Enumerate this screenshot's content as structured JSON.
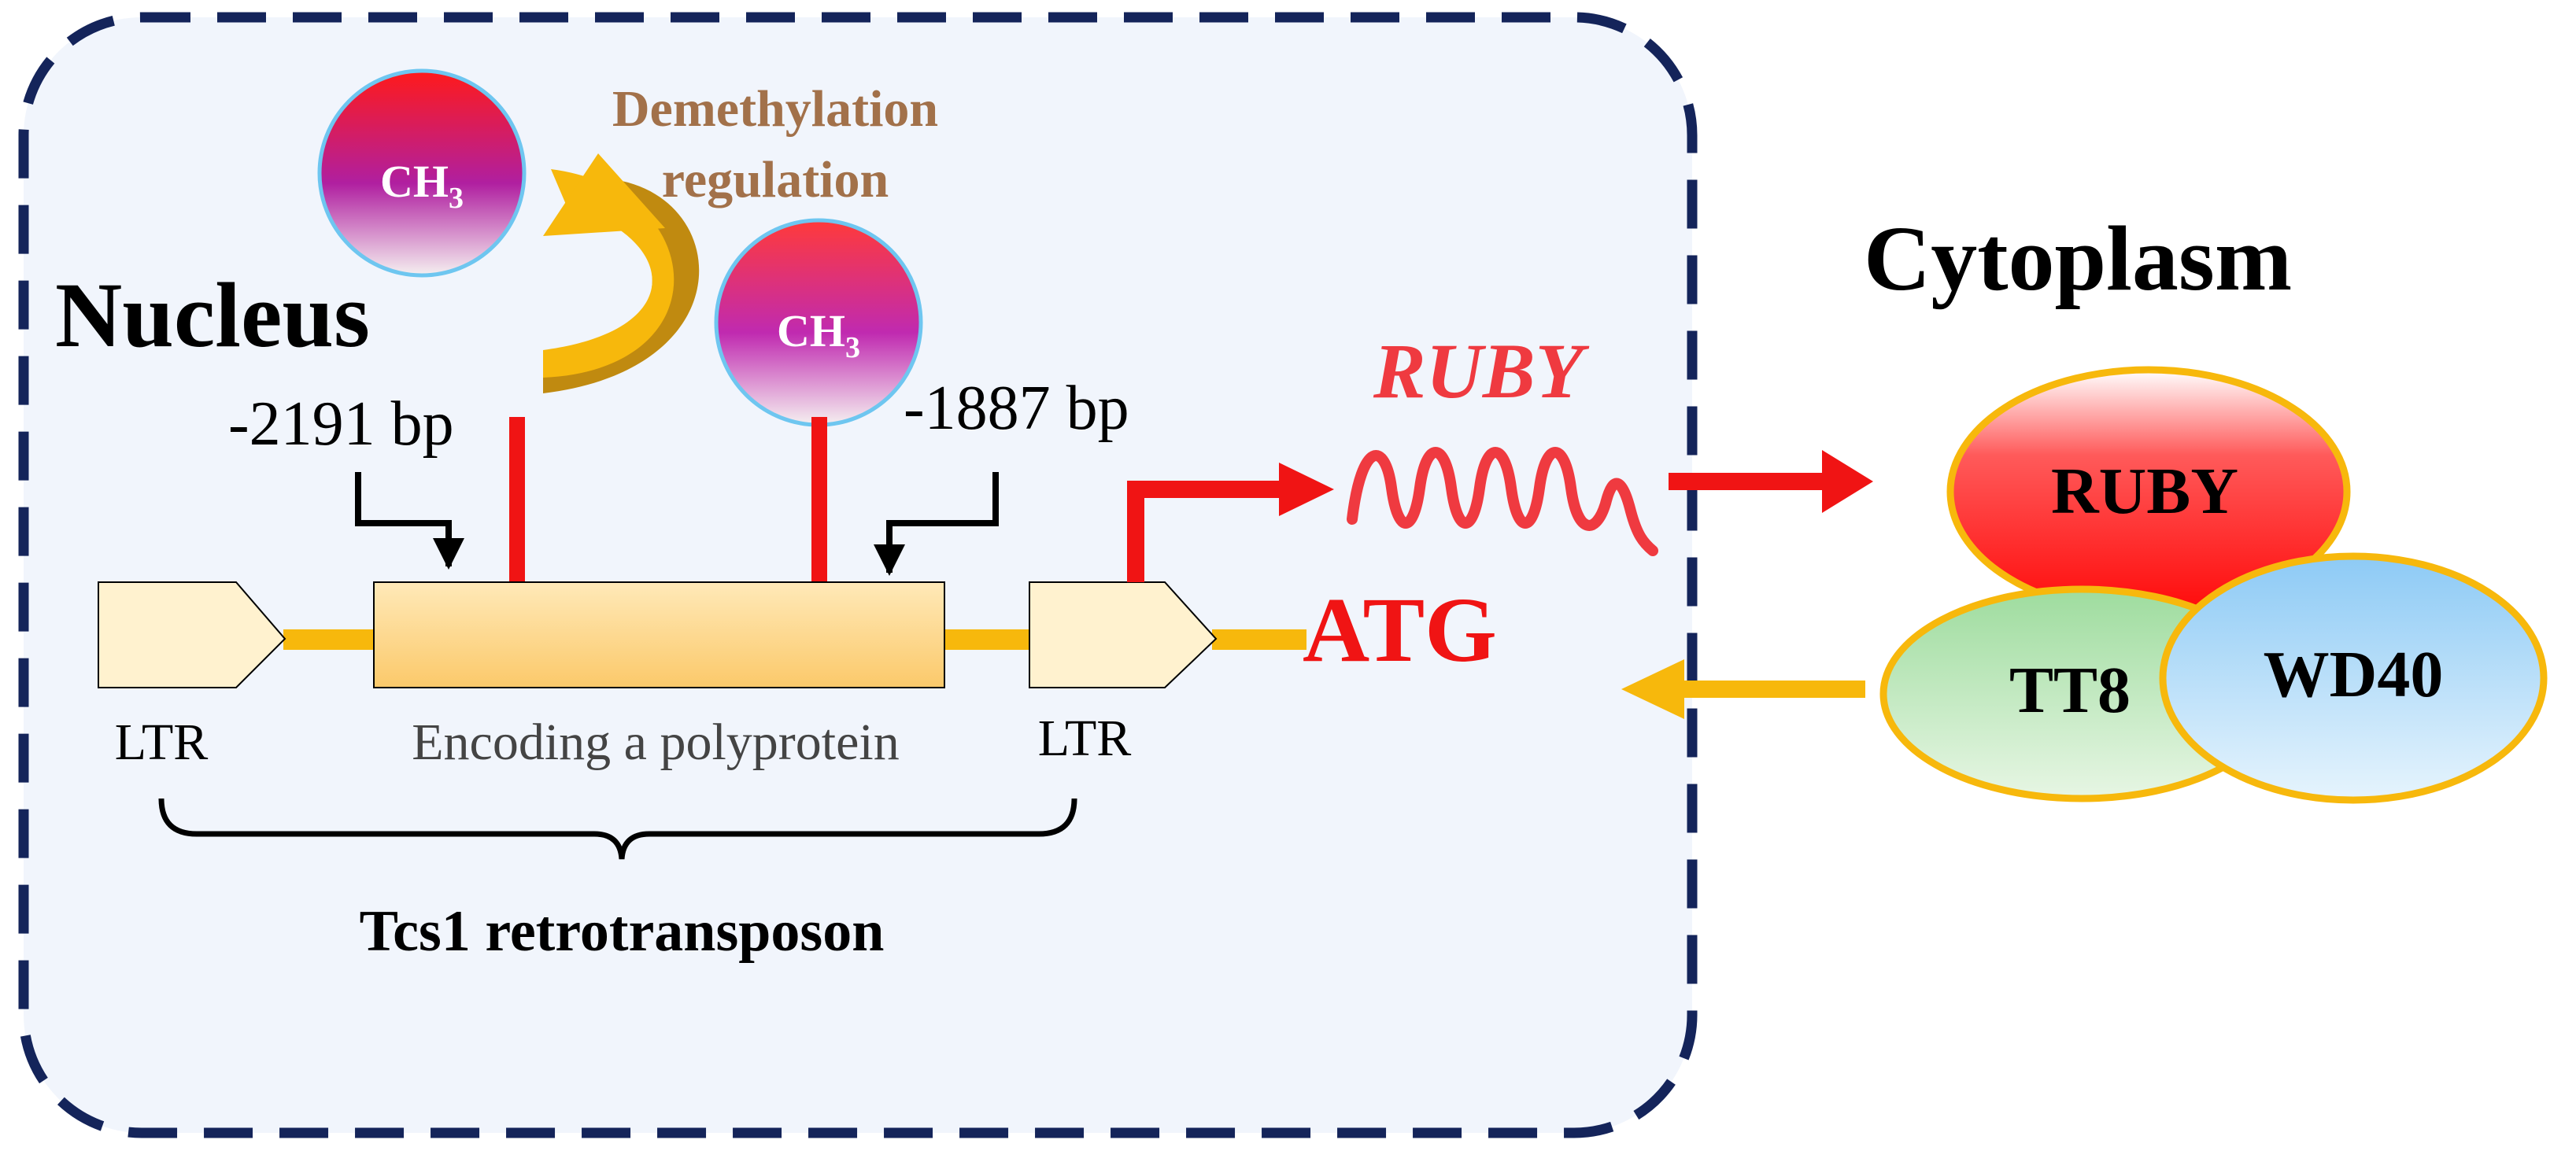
{
  "compartments": {
    "nucleus_label": "Nucleus",
    "cytoplasm_label": "Cytoplasm"
  },
  "methylation": {
    "label_line1": "Demethylation",
    "label_line2": "regulation",
    "group_main": "CH",
    "group_sub": "3"
  },
  "positions": {
    "left_site": "-2191 bp",
    "right_site": "-1887 bp"
  },
  "element": {
    "ltr_left": "LTR",
    "ltr_right": "LTR",
    "body": "Encoding a polyprotein",
    "name": "Tcs1 retrotransposon"
  },
  "gene": {
    "name": "RUBY",
    "start_codon": "ATG"
  },
  "complex": {
    "protein1": "RUBY",
    "protein2": "TT8",
    "protein3": "WD40"
  },
  "colors": {
    "frame": "#14245a",
    "nucleus_fill": "#f1f5fc",
    "marker_red": "#f01414",
    "connector_orange": "#f7b80c",
    "regulation_text": "#a2714a",
    "ruby_text": "#ef3a40"
  }
}
